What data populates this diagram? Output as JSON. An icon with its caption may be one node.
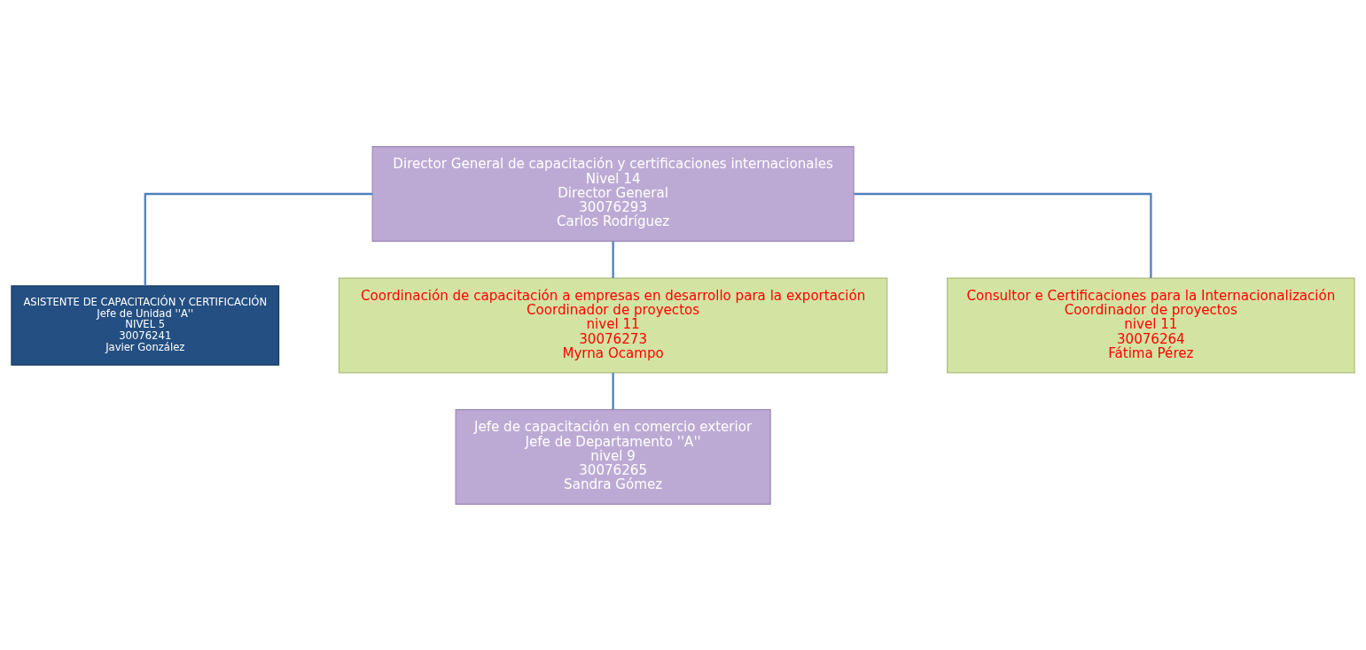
{
  "diagram": {
    "nodes": [
      {
        "text": [
          "Director General de capacitación y certificaciones internacionales",
          "Nivel 14",
          "Director General",
          "30076293",
          "Carlos Rodríguez"
        ]
      },
      {
        "text": [
          "ASISTENTE DE CAPACITACIÓN Y CERTIFICACIÓN",
          "Jefe de Unidad ''A''",
          "NIVEL 5",
          "30076241",
          "Javier González"
        ]
      },
      {
        "text": [
          "Coordinación de capacitación a empresas en desarrollo para la exportación",
          "Coordinador de proyectos",
          "nivel 11",
          "30076273",
          "Myrna Ocampo"
        ]
      },
      {
        "text": [
          "Consultor e Certificaciones para la Internacionalización",
          "Coordinador de proyectos",
          "nivel 11",
          "30076264",
          "Fátima Pérez"
        ]
      },
      {
        "text": [
          "Jefe de capacitación en comercio exterior",
          "Jefe de Departamento ''A''",
          "nivel 9",
          "30076265",
          "Sandra Gómez"
        ]
      }
    ],
    "edges": [
      {
        "from": 0,
        "to": 1,
        "arrow": "none"
      },
      {
        "from": 0,
        "to": 2,
        "arrow": "none"
      },
      {
        "from": 0,
        "to": 3,
        "arrow": "none"
      },
      {
        "from": 2,
        "to": 4,
        "arrow": "none"
      }
    ]
  }
}
